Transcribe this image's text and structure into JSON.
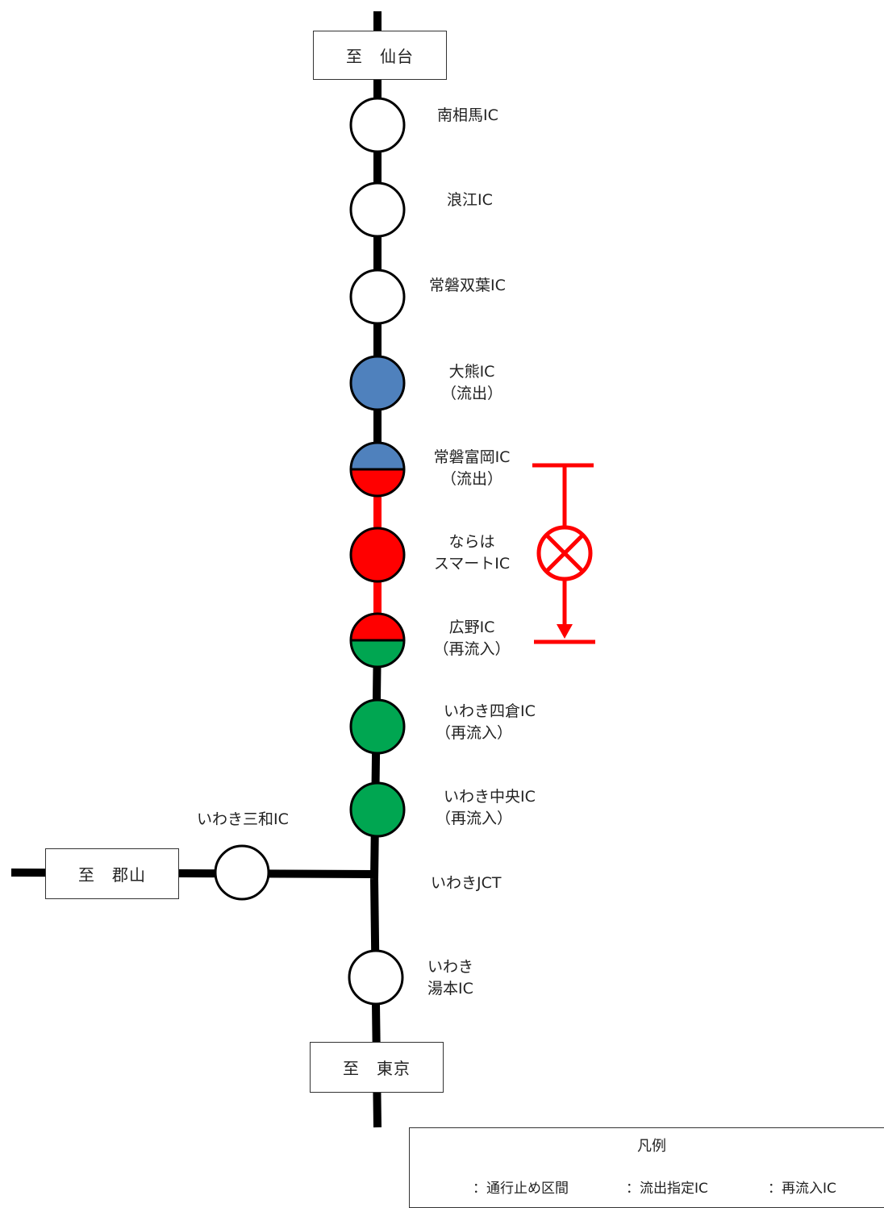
{
  "directions": {
    "north": "至　仙台",
    "south": "至　東京",
    "west": "至　郡山"
  },
  "stations": [
    {
      "name": "南相馬IC",
      "status": ""
    },
    {
      "name": "浪江IC",
      "status": ""
    },
    {
      "name": "常磐双葉IC",
      "status": ""
    },
    {
      "name": "大熊IC",
      "status": "（流出）"
    },
    {
      "name": "常磐富岡IC",
      "status": "（流出）"
    },
    {
      "name_line1": "ならは",
      "name_line2": "スマートIC"
    },
    {
      "name": "広野IC",
      "status": "（再流入）"
    },
    {
      "name": "いわき四倉IC",
      "status": "（再流入）"
    },
    {
      "name": "いわき中央IC",
      "status": "（再流入）"
    },
    {
      "name": "いわきJCT"
    },
    {
      "name_line1": "いわき",
      "name_line2": "湯本IC"
    }
  ],
  "branch_station": "いわき三和IC",
  "legend": {
    "title": "凡例",
    "closed_section": "：通行止め区間",
    "exit_ic": "：流出指定IC",
    "reentry_ic": "：再流入IC"
  },
  "colors": {
    "closed": "#ff0000",
    "exit": "#4f81bd",
    "reentry": "#00a651",
    "normal": "#ffffff",
    "road": "#000000"
  }
}
